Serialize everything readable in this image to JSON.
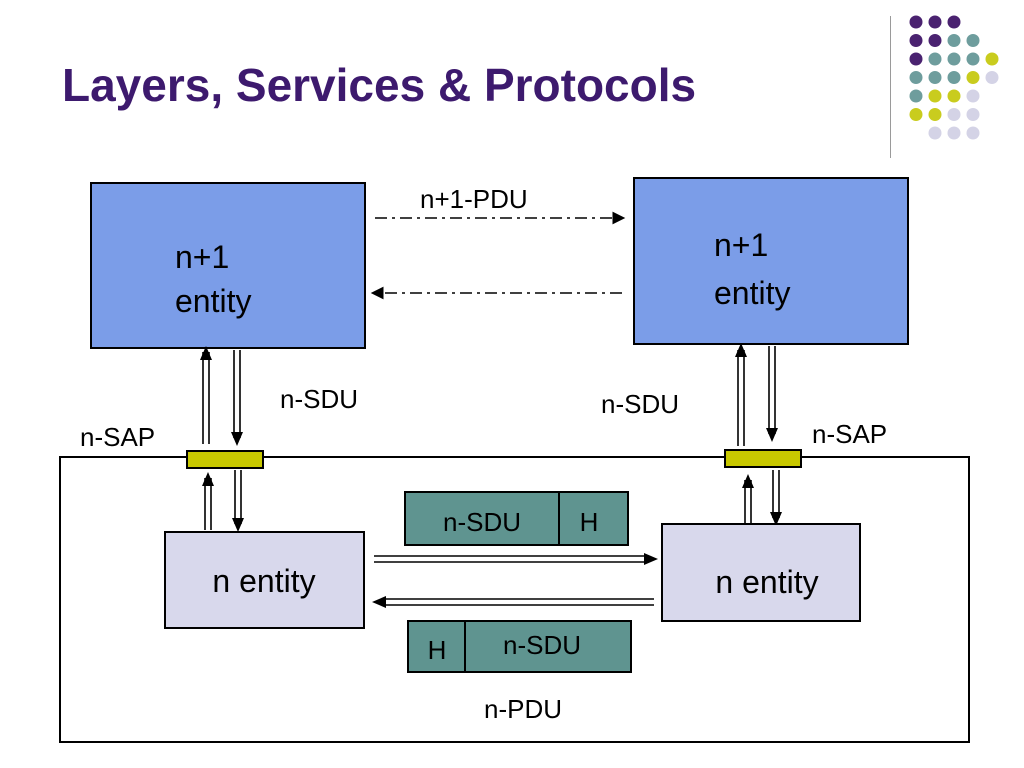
{
  "slide": {
    "title": "Layers, Services & Protocols"
  },
  "diagram": {
    "upper_left_entity": [
      "n+1",
      "entity"
    ],
    "upper_right_entity": [
      "n+1",
      "entity"
    ],
    "peer_pdu_label": "n+1-PDU",
    "sdu_left_label": "n-SDU",
    "sdu_right_label": "n-SDU",
    "sap_left_label": "n-SAP",
    "sap_right_label": "n-SAP",
    "lower_left_entity": "n entity",
    "lower_right_entity": "n entity",
    "packet_top": {
      "sdu": "n-SDU",
      "header": "H"
    },
    "packet_bottom": {
      "header": "H",
      "sdu": "n-SDU"
    },
    "pdu_label": "n-PDU"
  },
  "colors": {
    "title": "#3d1a6e",
    "upper_entity_fill": "#7b9de8",
    "lower_entity_fill": "#d8d8ec",
    "sap_fill": "#c8c800",
    "packet_fill": "#5f9490",
    "dot_purple": "#4a2270",
    "dot_teal": "#6e9d9d",
    "dot_yellow": "#c9cc1e",
    "dot_lavender": "#d4d3e6"
  }
}
